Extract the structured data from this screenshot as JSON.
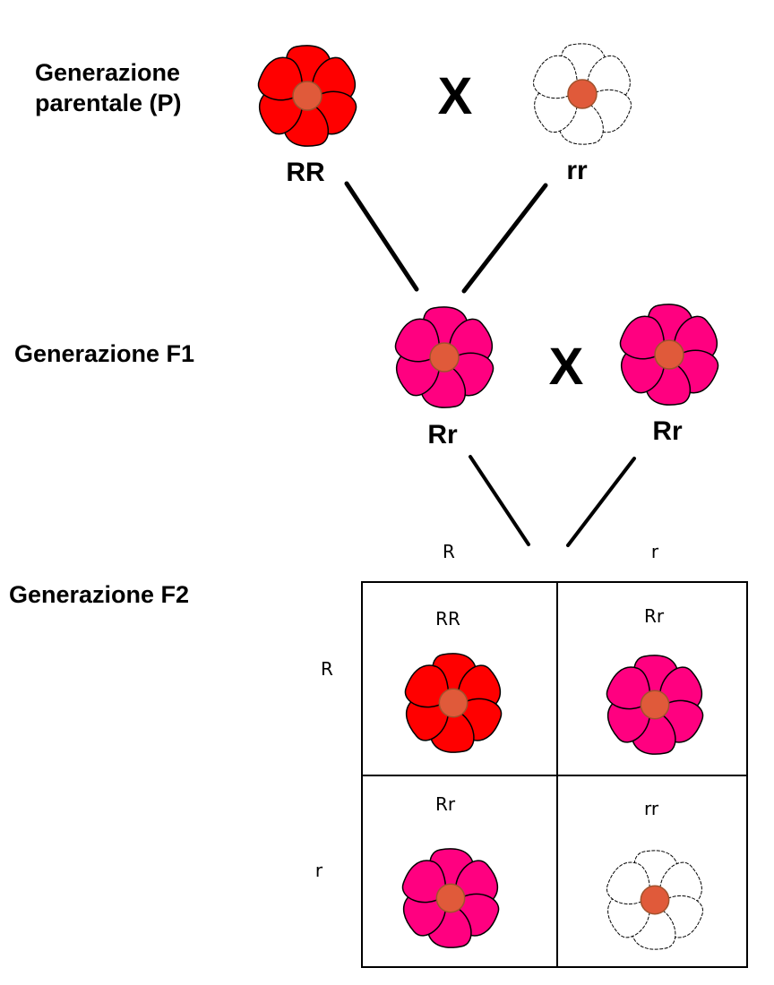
{
  "colors": {
    "red": "#ff0000",
    "pink": "#ff0080",
    "white": "#ffffff",
    "center": "#e05a3a",
    "center_stroke": "#a0522d",
    "outline": "#000000"
  },
  "labels": {
    "parental_line1": "Generazione",
    "parental_line2": "parentale (P)",
    "f1": "Generazione F1",
    "f2": "Generazione F2"
  },
  "cross_symbol": "X",
  "parental": {
    "left": {
      "genotype": "RR",
      "color": "red"
    },
    "right": {
      "genotype": "rr",
      "color": "white"
    }
  },
  "f1": {
    "left": {
      "genotype": "Rr",
      "color": "pink"
    },
    "right": {
      "genotype": "Rr",
      "color": "pink"
    }
  },
  "punnett": {
    "col_alleles": [
      "R",
      "r"
    ],
    "row_alleles": [
      "R",
      "r"
    ],
    "cells": [
      {
        "genotype": "RR",
        "color": "red"
      },
      {
        "genotype": "Rr",
        "color": "pink"
      },
      {
        "genotype": "Rr",
        "color": "pink"
      },
      {
        "genotype": "rr",
        "color": "white"
      }
    ]
  }
}
